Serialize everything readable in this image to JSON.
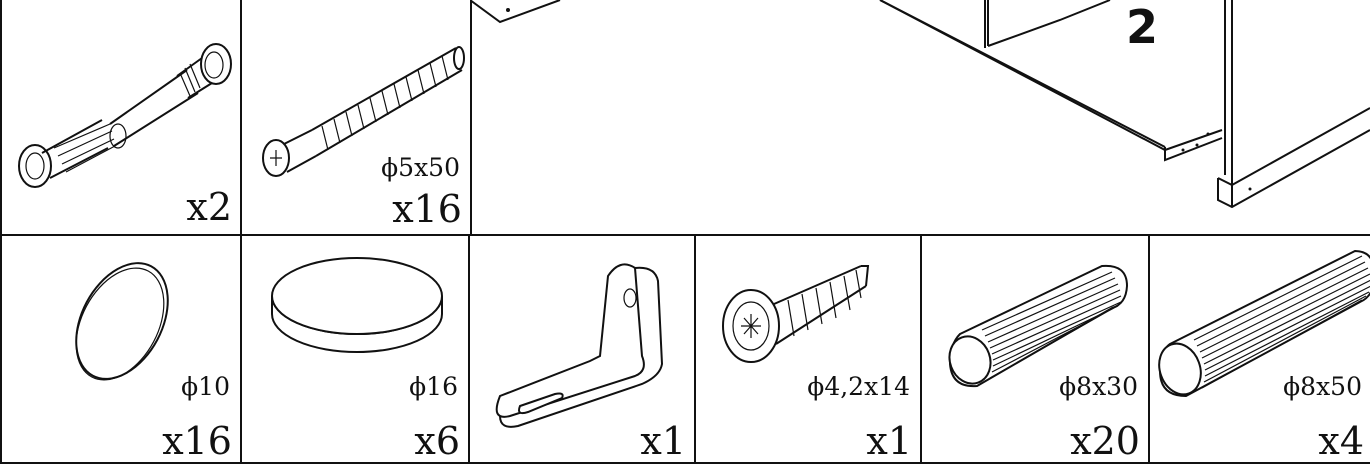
{
  "step_number": "2",
  "parts": [
    {
      "name": "connector bolt",
      "size": "",
      "qty": "x2"
    },
    {
      "name": "screw",
      "size": "ϕ5x50",
      "qty": "x16"
    },
    {
      "name": "cap",
      "size": "ϕ10",
      "qty": "x16"
    },
    {
      "name": "pad",
      "size": "ϕ16",
      "qty": "x6"
    },
    {
      "name": "bracket",
      "size": "",
      "qty": "x1"
    },
    {
      "name": "screw",
      "size": "ϕ4,2x14",
      "qty": "x1"
    },
    {
      "name": "dowel",
      "size": "ϕ8x30",
      "qty": "x20"
    },
    {
      "name": "dowel",
      "size": "ϕ8x50",
      "qty": "x4"
    }
  ]
}
